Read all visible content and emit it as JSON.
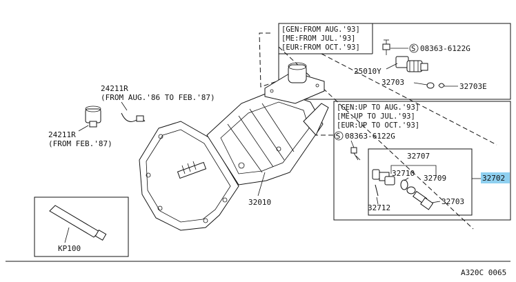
{
  "box_upper": {
    "notes": [
      "[GEN:FROM AUG.'93]",
      "[ME:FROM JUL.'93]",
      "[EUR:FROM OCT.'93]"
    ],
    "bolt": "08363-6122G",
    "parts": [
      "25010Y",
      "32703",
      "32703E"
    ]
  },
  "box_lower": {
    "notes": [
      "[GEN:UP TO AUG.'93]",
      "[ME:UP TO JUL.'93]",
      "[EUR:UP TO OCT.'93]"
    ],
    "bolt": "08363-6122G",
    "parts": [
      "32707",
      "32710",
      "32709",
      "32712",
      "32703"
    ]
  },
  "highlight_part": "32702",
  "highlight_color": "#8fd0f0",
  "left_parts": [
    {
      "code": "24211R",
      "note": "(FROM AUG.'86 TO FEB.'87)"
    },
    {
      "code": "24211R",
      "note": "(FROM FEB.'87)"
    }
  ],
  "transmission": "32010",
  "tube": "KP100",
  "diagram_code": "A320C 0065",
  "bolt_symbol": "S"
}
